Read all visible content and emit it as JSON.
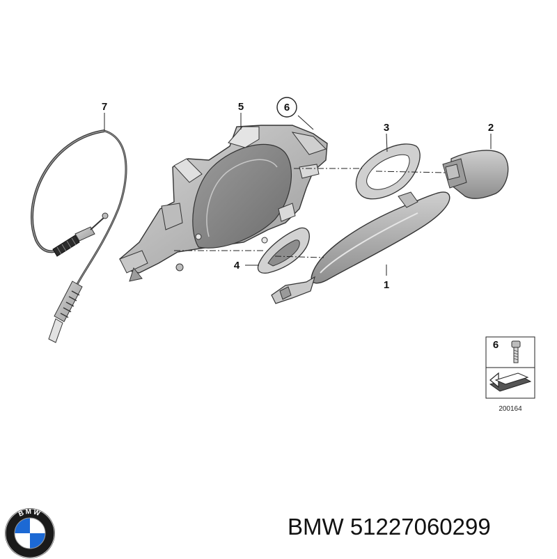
{
  "callouts": {
    "c1": "1",
    "c2": "2",
    "c3": "3",
    "c4": "4",
    "c5": "5",
    "c6": "6",
    "c7": "7"
  },
  "inset": {
    "item": "6",
    "code": "200164"
  },
  "logo": {
    "letters": "BMW",
    "colors": {
      "blue": "#1c69d4",
      "white": "#ffffff",
      "ring": "#1a1a1a"
    }
  },
  "footer": {
    "brand": "BMW",
    "part_number": "51227060299"
  }
}
